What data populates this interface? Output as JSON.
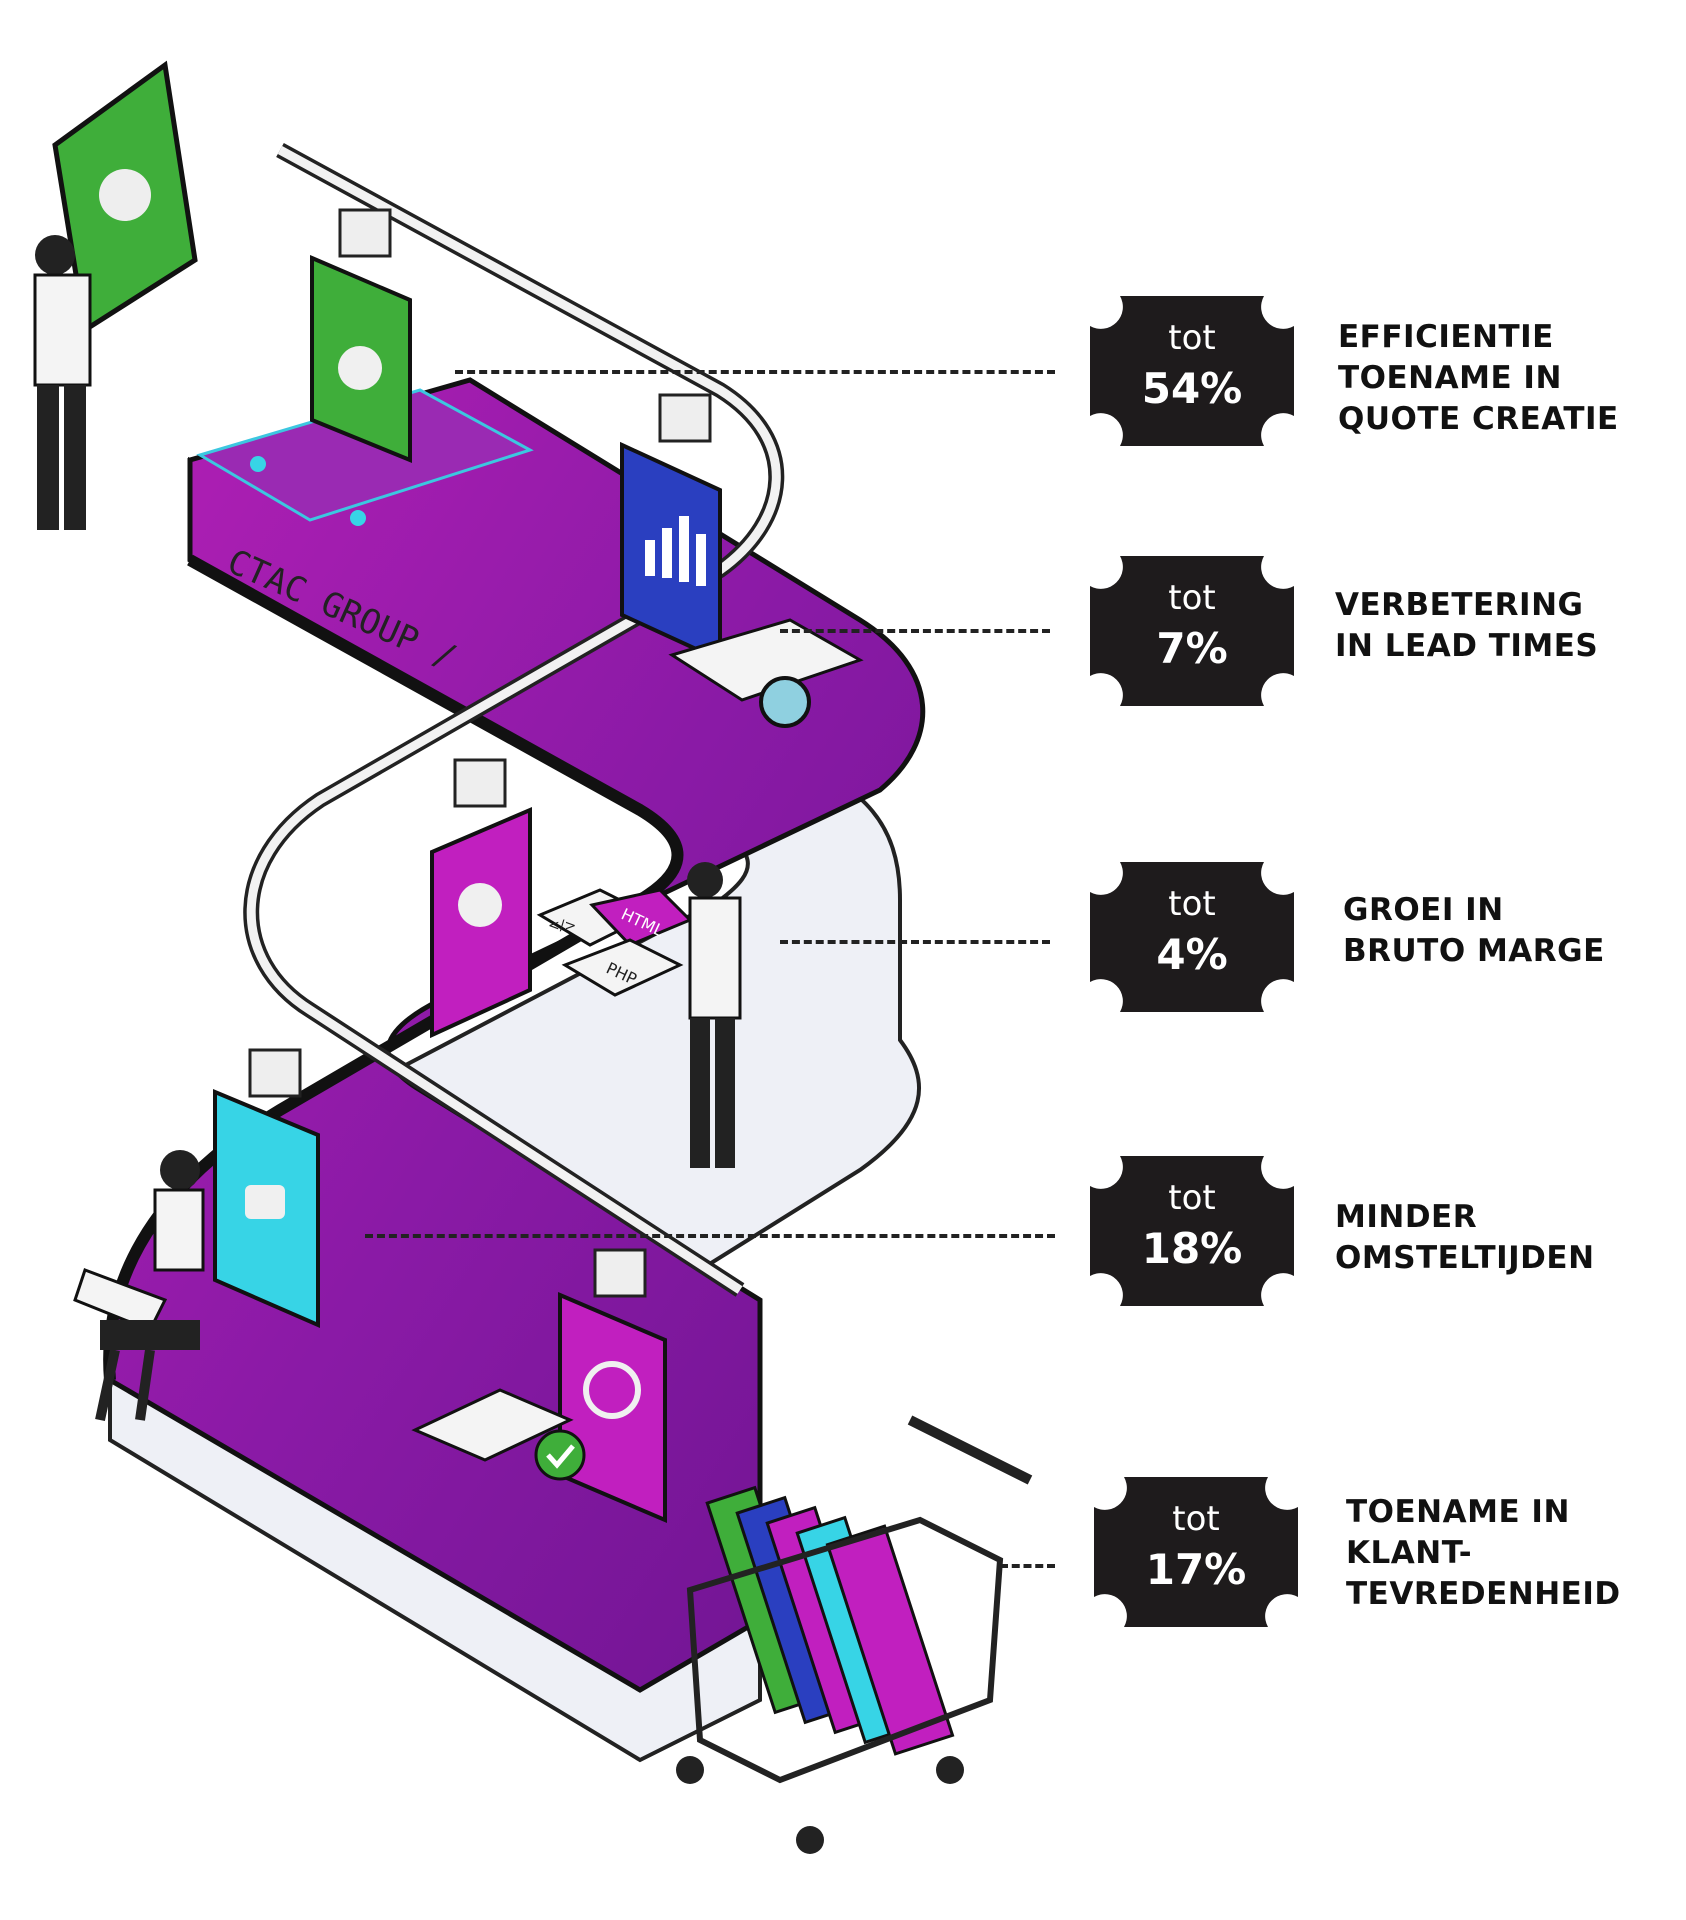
{
  "brand": {
    "name": "CTAC GROUP /"
  },
  "stats": [
    {
      "prefix": "tot",
      "value": "54%",
      "label_lines": [
        "EFFICIENTIE",
        "TOENAME IN",
        "QUOTE CREATIE"
      ]
    },
    {
      "prefix": "tot",
      "value": "7%",
      "label_lines": [
        "VERBETERING",
        "IN LEAD TIMES"
      ]
    },
    {
      "prefix": "tot",
      "value": "4%",
      "label_lines": [
        "GROEI IN",
        "BRUTO MARGE"
      ]
    },
    {
      "prefix": "tot",
      "value": "18%",
      "label_lines": [
        "MINDER",
        "OMSTELTIJDEN"
      ]
    },
    {
      "prefix": "tot",
      "value": "17%",
      "label_lines": [
        "TOENAME IN",
        "KLANT-",
        "TEVREDENHEID"
      ]
    }
  ],
  "illustration": {
    "icons": [
      "lightbulb-icon",
      "bar-chart-icon",
      "magnifier-icon",
      "gear-icon",
      "html-code-icon",
      "php-code-icon",
      "lock-icon",
      "profile-icon",
      "checkmark-icon",
      "shopping-cart-icon"
    ],
    "code_tags": [
      "HTML",
      "PHP",
      "</>"
    ]
  },
  "colors": {
    "belt_purple": "#8a1aa6",
    "belt_magenta": "#c11fbf",
    "accent_green": "#3fae3a",
    "accent_blue": "#2a3fc0",
    "accent_cyan": "#37d4e6",
    "badge_bg": "#1e1b1c",
    "text_dark": "#111111"
  }
}
